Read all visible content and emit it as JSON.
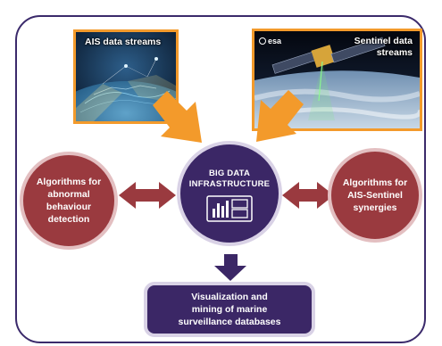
{
  "photos": {
    "ais": {
      "label": "AIS data streams"
    },
    "sentinel": {
      "label": "Sentinel data\nstreams",
      "logo": "esa"
    }
  },
  "nodes": {
    "left": {
      "label": "Algorithms for\nabnormal\nbehaviour\ndetection"
    },
    "center": {
      "label": "BIG DATA\nINFRASTRUCTURE"
    },
    "right": {
      "label": "Algorithms for\nAIS-Sentinel\nsynergies"
    },
    "bottom": {
      "label": "Visualization and\nmining of marine\nsurveillance databases"
    }
  },
  "colors": {
    "frame": "#3b2a6b",
    "photo_border": "#f39a2b",
    "orange_arrow": "#f39a2b",
    "side_circle": "#9a3a3f",
    "center": "#3b2766",
    "dark_arrow": "#3b2766"
  }
}
